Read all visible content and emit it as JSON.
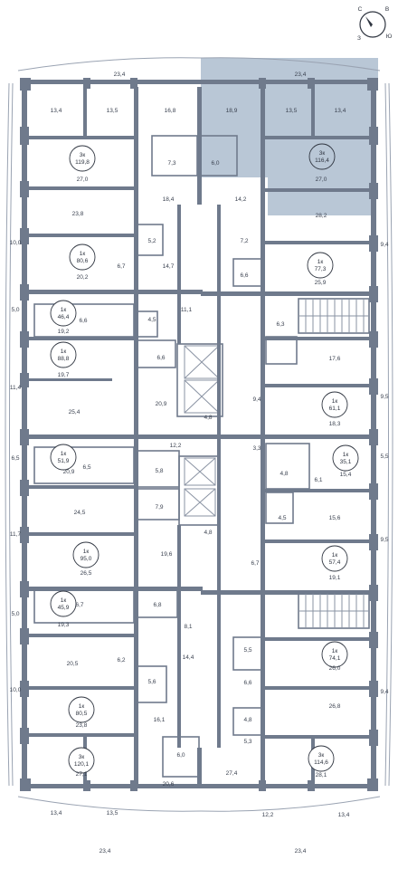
{
  "compass": {
    "north": "С",
    "east": "В",
    "south": "Ю",
    "west": "З"
  },
  "colors": {
    "wall": "#6f7a8c",
    "highlight": "#b9c7d6",
    "background": "#ffffff",
    "text": "#3b4250"
  },
  "apartments": [
    {
      "id": "apt-3k-119-8",
      "rooms": "3к",
      "area": "119,8"
    },
    {
      "id": "apt-3k-116-4",
      "rooms": "3к",
      "area": "116,4",
      "highlighted": true
    },
    {
      "id": "apt-1k-80-6",
      "rooms": "1к",
      "area": "80,6"
    },
    {
      "id": "apt-1k-77-3",
      "rooms": "1к",
      "area": "77,3"
    },
    {
      "id": "apt-1k-46-4",
      "rooms": "1к",
      "area": "46,4"
    },
    {
      "id": "apt-1k-88-8",
      "rooms": "1к",
      "area": "88,8"
    },
    {
      "id": "apt-1k-61-1",
      "rooms": "1к",
      "area": "61,1"
    },
    {
      "id": "apt-1k-51-9",
      "rooms": "1к",
      "area": "51,9"
    },
    {
      "id": "apt-1k-35-1",
      "rooms": "1к",
      "area": "35,1"
    },
    {
      "id": "apt-1k-95-0",
      "rooms": "1к",
      "area": "95,0"
    },
    {
      "id": "apt-1k-57-4",
      "rooms": "1к",
      "area": "57,4"
    },
    {
      "id": "apt-1k-45-9",
      "rooms": "1к",
      "area": "45,9"
    },
    {
      "id": "apt-1k-74-1",
      "rooms": "1к",
      "area": "74,1"
    },
    {
      "id": "apt-1k-80-5",
      "rooms": "1к",
      "area": "80,5"
    },
    {
      "id": "apt-3k-120-1",
      "rooms": "3к",
      "area": "120,1"
    },
    {
      "id": "apt-3k-114-6",
      "rooms": "3к",
      "area": "114,6"
    }
  ],
  "room_labels": {
    "r001": "23,4",
    "r002": "23,4",
    "r003": "13,4",
    "r004": "13,5",
    "r005": "16,8",
    "r006": "18,9",
    "r007": "13,5",
    "r008": "13,4",
    "r009": "7,3",
    "r010": "6,0",
    "r011": "27,0",
    "r012": "27,0",
    "r013": "18,4",
    "r014": "14,2",
    "r015": "23,8",
    "r016": "28,2",
    "r017": "5,2",
    "r018": "7,2",
    "r019": "10,0",
    "r020": "9,4",
    "r021": "6,7",
    "r022": "14,7",
    "r023": "20,2",
    "r024": "6,6",
    "r025": "25,9",
    "r026": "5,0",
    "r027": "11,1",
    "r028": "4,5",
    "r029": "6,6",
    "r030": "19,2",
    "r031": "6,3",
    "r032": "6,6",
    "r033": "17,6",
    "r034": "19,7",
    "r035": "11,4",
    "r036": "9,4",
    "r037": "9,5",
    "r038": "20,9",
    "r039": "18,3",
    "r040": "25,4",
    "r041": "4,8",
    "r042": "12,2",
    "r043": "3,3",
    "r044": "6,5",
    "r045": "5,5",
    "r046": "6,5",
    "r047": "5,8",
    "r048": "4,8",
    "r049": "6,1",
    "r050": "20,9",
    "r051": "15,4",
    "r052": "7,9",
    "r053": "24,5",
    "r054": "4,5",
    "r055": "15,6",
    "r056": "4,8",
    "r057": "11,7",
    "r058": "9,5",
    "r059": "19,6",
    "r060": "6,7",
    "r061": "26,5",
    "r062": "19,1",
    "r063": "5,0",
    "r064": "6,7",
    "r065": "6,8",
    "r066": "19,3",
    "r067": "8,1",
    "r068": "20,5",
    "r069": "14,4",
    "r070": "5,5",
    "r071": "6,2",
    "r072": "26,0",
    "r073": "5,6",
    "r074": "10,0",
    "r075": "6,6",
    "r076": "9,4",
    "r077": "26,8",
    "r078": "4,8",
    "r079": "16,1",
    "r080": "23,8",
    "r081": "5,3",
    "r082": "6,0",
    "r083": "27,1",
    "r084": "28,1",
    "r085": "27,4",
    "r086": "20,6",
    "r087": "13,4",
    "r088": "13,5",
    "r089": "12,2",
    "r090": "13,4",
    "r091": "23,4",
    "r092": "23,4"
  }
}
